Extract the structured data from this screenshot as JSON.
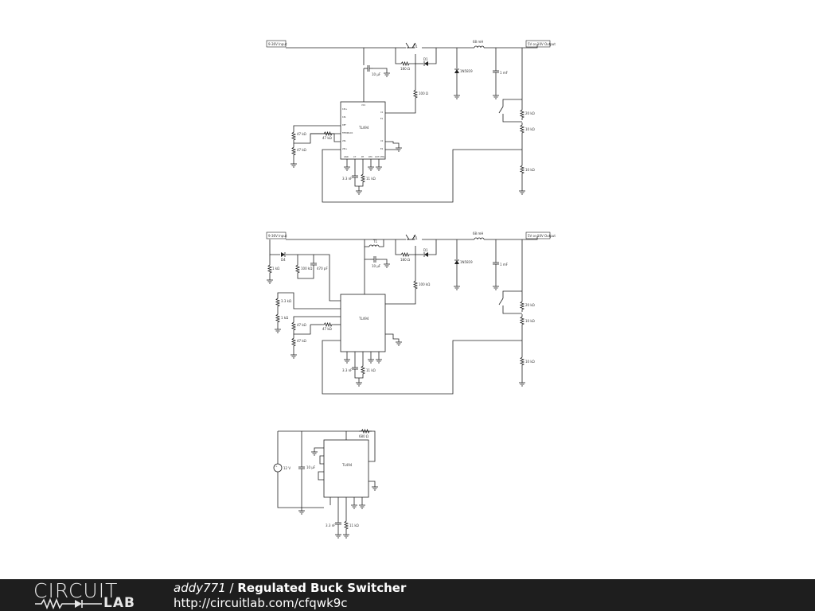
{
  "footer": {
    "logo_top": "CIRCUIT",
    "logo_bottom": "LAB",
    "username": "addy771",
    "separator": " / ",
    "title": "Regulated Buck Switcher",
    "url": "http://circuitlab.com/cfqwk9c"
  },
  "circuit1": {
    "input_label": "9-36V Input",
    "output_label": "5V or 10V Output",
    "ic": "TL494",
    "q": "Q1",
    "d1": "D1",
    "l1": "68 mH",
    "d2": "1N5819",
    "c_out": "1 mF",
    "c_in": "10 µF",
    "r_base": "180 Ω",
    "r_drive": "100 Ω",
    "r_fb1": "47 kΩ",
    "r_fb2": "47 kΩ",
    "r_fb3": "47 kΩ",
    "r_top": "20 kΩ",
    "r_mid": "10 kΩ",
    "r_bot": "10 kΩ",
    "c_t": "3.3 nF",
    "r_t": "11 kΩ",
    "pins_left": [
      "1IN+",
      "1IN-",
      "REF",
      "FEEDBACK",
      "2IN-",
      "2IN+"
    ],
    "pins_right": [
      "VCC",
      "C1",
      "E1",
      "C2",
      "E2"
    ],
    "pins_bottom": [
      "GND",
      "CT",
      "RT",
      "DTC",
      "OUT CTRL"
    ]
  },
  "circuit2": {
    "input_label": "9-36V Input",
    "output_label": "5V or 10V Output",
    "ic": "TL494",
    "t1": "T1",
    "q": "Q1",
    "d1": "D1",
    "d4": "D4",
    "l1": "68 mH",
    "d2": "1N5819",
    "c_out": "1 mF",
    "c_in": "10 µF",
    "r_base": "180 Ω",
    "r_drive": "100 kΩ",
    "r_a": "1 kΩ",
    "r_b": "100 kΩ",
    "c_b": "470 pF",
    "r_c": "3.3 kΩ",
    "r_d": "1 kΩ",
    "r_fb1": "47 kΩ",
    "r_fb2": "47 kΩ",
    "r_fb3": "47 kΩ",
    "r_top": "20 kΩ",
    "r_mid": "10 kΩ",
    "r_bot": "10 kΩ",
    "c_t": "3.3 nF",
    "r_t": "11 kΩ"
  },
  "circuit3": {
    "source": "12 V",
    "ic": "TL494",
    "r1": "680 Ω",
    "c1": "10 µF",
    "c_t": "3.3 nF",
    "r_t": "11 kΩ"
  },
  "colors": {
    "footer_bg": "#1e1e1e",
    "wire": "#222222",
    "footer_text": "#ffffff"
  }
}
